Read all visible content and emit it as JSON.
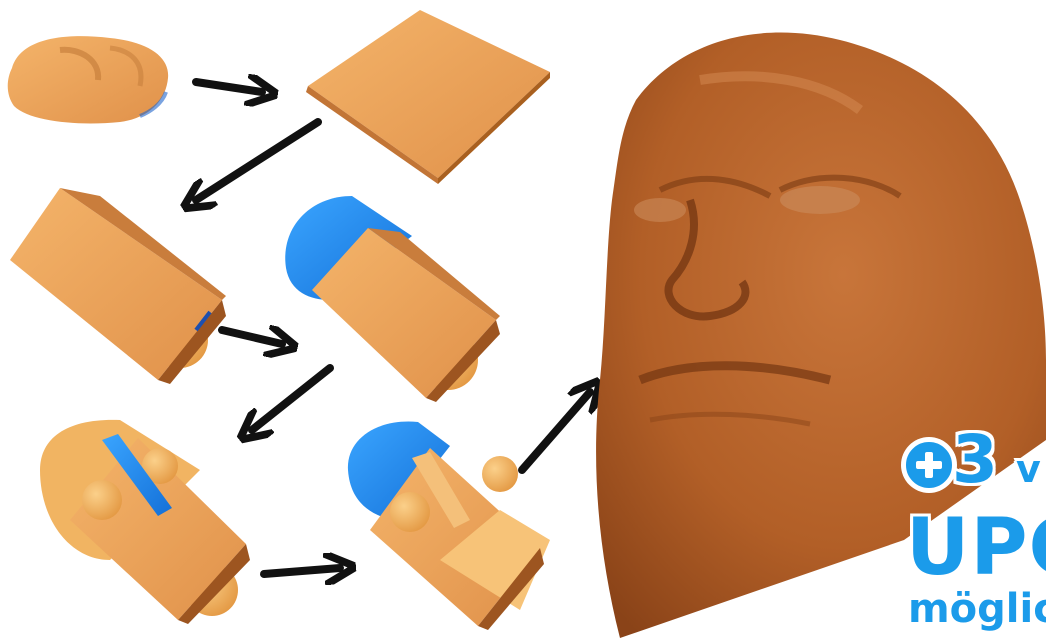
{
  "badge": {
    "count": "3",
    "suffix": "v",
    "icon": "plus-circle-icon",
    "color": "#1b9bea"
  },
  "headline": "UPG",
  "subline": "möglic",
  "colors": {
    "clay": "#e49a4f",
    "clay_light": "#f2ad60",
    "clay_dark": "#b8682a",
    "blue": "#1d8fee",
    "bust": "#b8652b",
    "arrow": "#111111"
  }
}
